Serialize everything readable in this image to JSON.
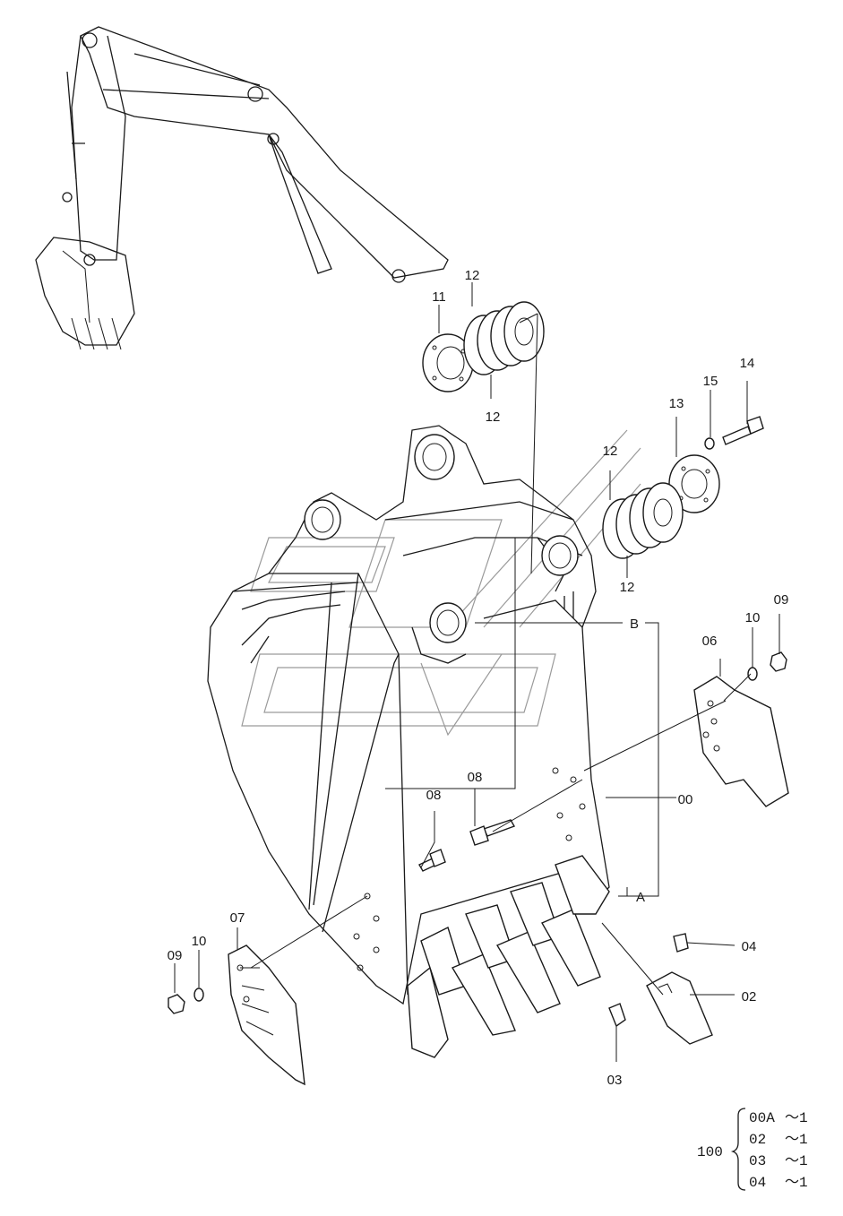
{
  "callouts": {
    "c00": "00",
    "c02": "02",
    "c03": "03",
    "c04": "04",
    "c06": "06",
    "c07": "07",
    "c08a": "08",
    "c08b": "08",
    "c09a": "09",
    "c09b": "09",
    "c10a": "10",
    "c10b": "10",
    "c11": "11",
    "c12a": "12",
    "c12b": "12",
    "c12c": "12",
    "c12d": "12",
    "c13": "13",
    "c14": "14",
    "c15": "15",
    "refA": "A",
    "refB": "B"
  },
  "kit": {
    "number": "100",
    "items": [
      {
        "part": "00A",
        "qty": "～1"
      },
      {
        "part": "02",
        "qty": "～1"
      },
      {
        "part": "03",
        "qty": "～1"
      },
      {
        "part": "04",
        "qty": "～1"
      }
    ]
  }
}
